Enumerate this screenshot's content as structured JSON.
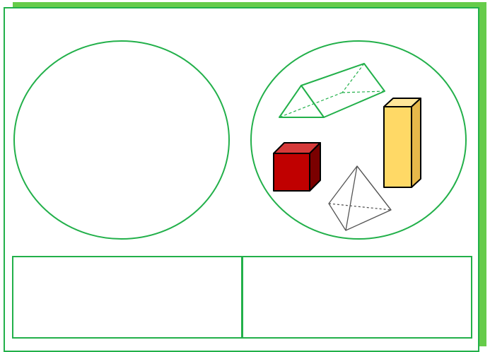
{
  "colors": {
    "frame_shadow": "#66cc4a",
    "frame_border": "#22b04a",
    "circle_stroke": "#22b04a",
    "prism_stroke": "#22b04a",
    "cube_front": "#c00000",
    "cube_top": "#d63a3a",
    "cube_side": "#7a0000",
    "bar_front": "#ffd966",
    "bar_top": "#ffe699",
    "bar_side": "#e6b84a",
    "pyramid_stroke": "#555555",
    "outline": "#000000"
  },
  "left_circle": {
    "shapes": []
  },
  "right_circle": {
    "shapes": [
      "triangular-prism",
      "cube",
      "rectangular-prism",
      "triangular-pyramid"
    ]
  },
  "answer_boxes": {
    "left": "",
    "right": ""
  }
}
